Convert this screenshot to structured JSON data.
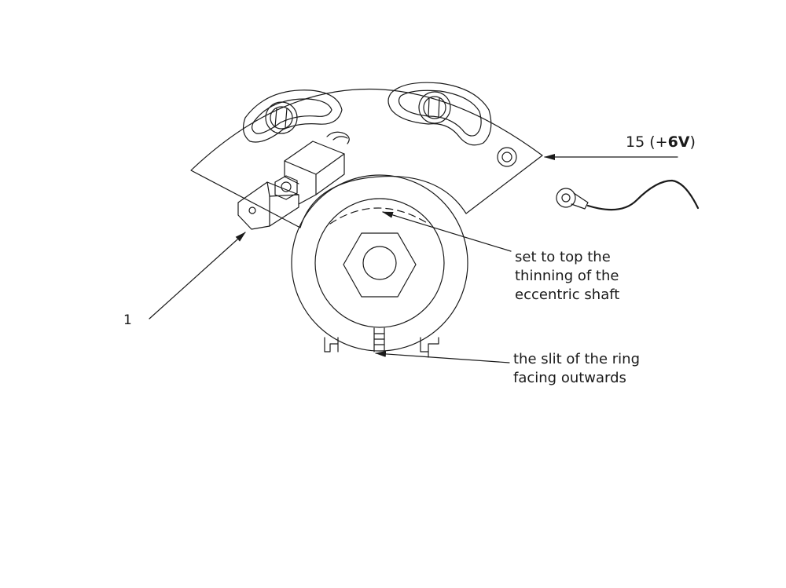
{
  "labels": {
    "terminal_prefix": "15 (+",
    "terminal_voltage": "6V",
    "terminal_suffix": ")",
    "part_number": "1",
    "shaft_line1": "set to top the",
    "shaft_line2": "thinning of the",
    "shaft_line3": "eccentric shaft",
    "slit_line1": "the slit of the ring",
    "slit_line2": "facing outwards"
  },
  "colors": {
    "stroke": "#1a1a1a",
    "background": "#ffffff"
  }
}
